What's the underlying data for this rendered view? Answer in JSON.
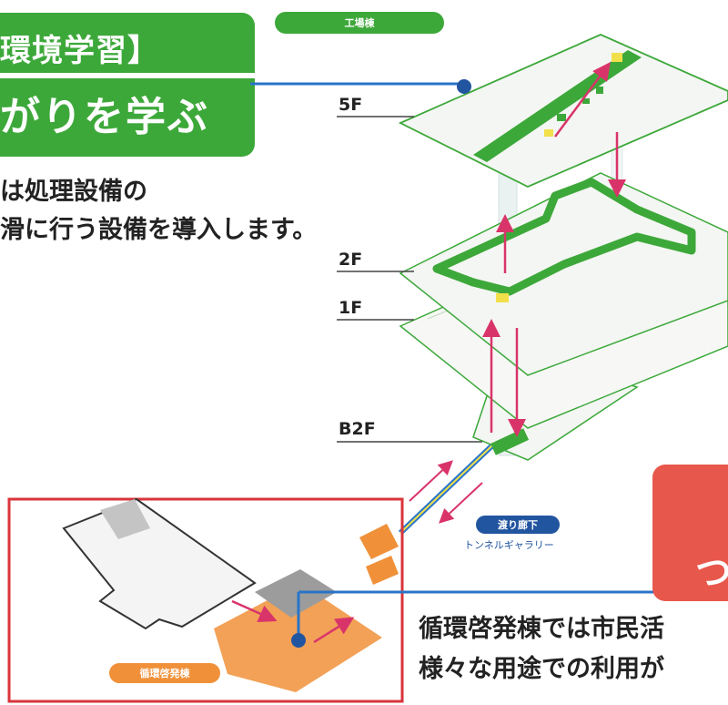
{
  "header_pill": {
    "label": "工場棟",
    "color": "#3da83a"
  },
  "env_box": {
    "line1": "環境学習】",
    "line2": "がりを学ぶ",
    "color": "#3da83a"
  },
  "description": {
    "line1": "は処理設備の",
    "line2": "滑に行う設備を導入します。"
  },
  "floors": [
    "5F",
    "2F",
    "1F",
    "B2F"
  ],
  "tunnel": {
    "title": "渡り廊下",
    "subtitle": "トンネルギャラリー",
    "color": "#2255a0"
  },
  "annex": {
    "label": "循環啓発棟",
    "color": "#f0913a",
    "frame_color": "#d9343b"
  },
  "red_box": {
    "text": "つ",
    "color": "#e8574c"
  },
  "bottom_text": {
    "line1": "循環啓発棟では市民活",
    "line2": "様々な用途での利用が"
  }
}
